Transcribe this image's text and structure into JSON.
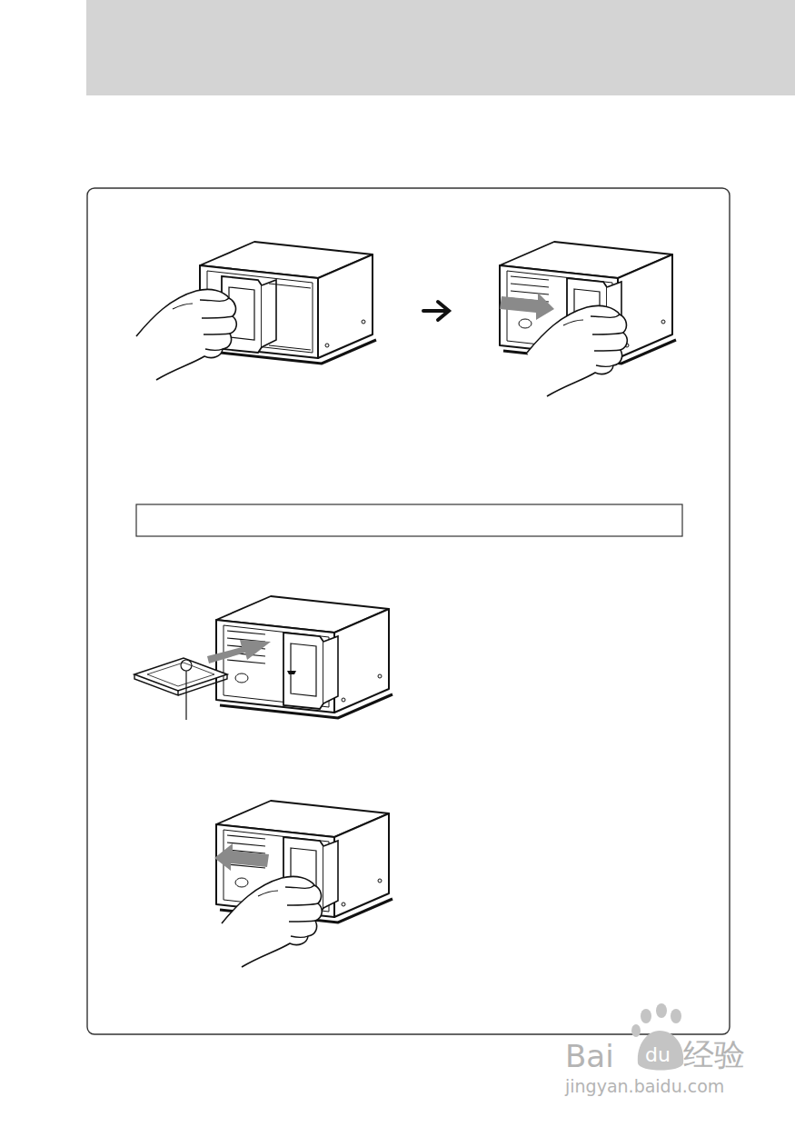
{
  "diagram": {
    "labels": [
      "Bai",
      "du",
      "经验",
      "jingyan.baidu.com"
    ]
  }
}
